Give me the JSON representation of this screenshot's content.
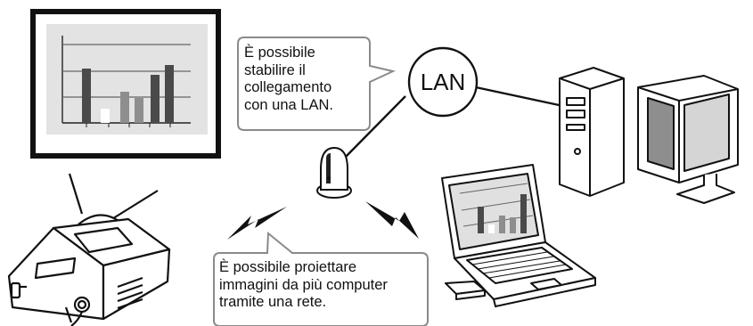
{
  "lan_node": {
    "label": "LAN"
  },
  "callout_lan": {
    "text": "È possibile\nstabilire il\ncollegamento\ncon una LAN."
  },
  "callout_network": {
    "text": "È possibile proiettare\nimmagini da più computer\ntramite una rete."
  },
  "icons": {
    "screen": "projection-screen-icon",
    "projector": "projector-icon",
    "access_point": "wireless-access-point-icon",
    "desktop": "desktop-computer-icon",
    "laptop": "laptop-computer-icon",
    "signal": "lightning-signal-icon"
  },
  "colors": {
    "line": "#111111",
    "screen_fill": "#e3e3e3",
    "bar_dark": "#4a4a4a",
    "bar_mid": "#8e8e8e",
    "bubble_border": "#8a8a8a"
  }
}
